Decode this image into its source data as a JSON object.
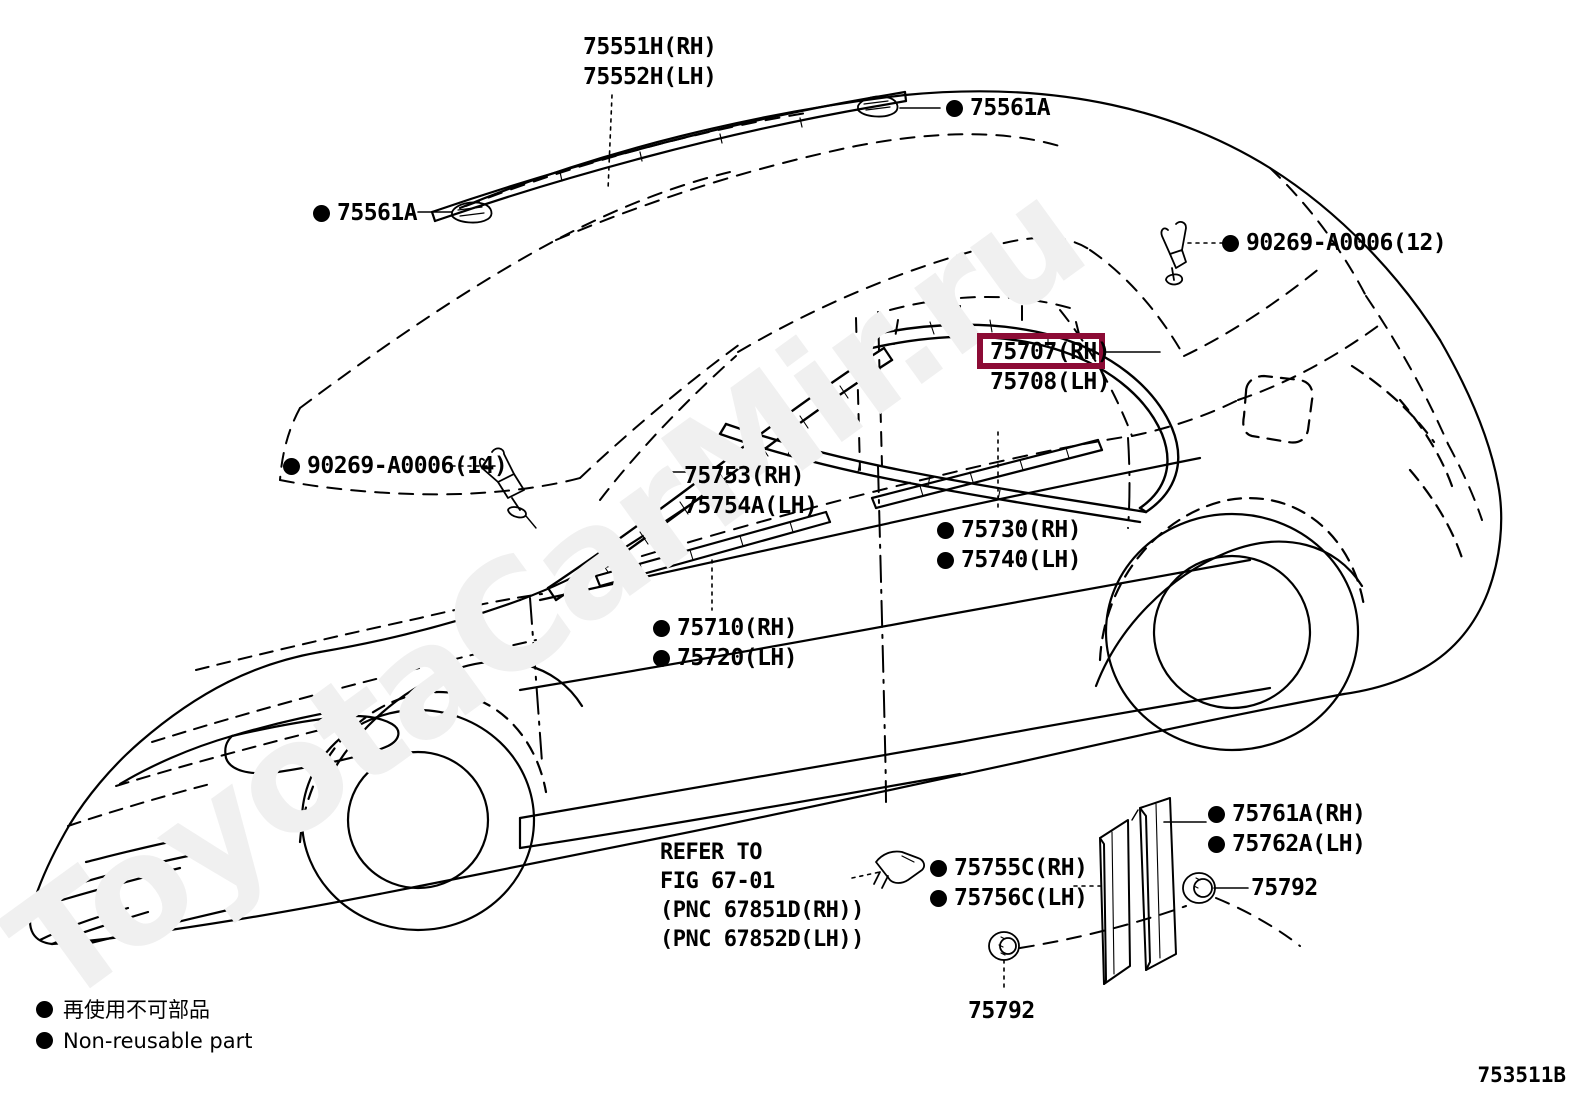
{
  "diagram": {
    "figure_code": "753511B",
    "watermark": "ToyotaCarMir.ru",
    "highlight_color": "#8c0b35",
    "highlighted_part": "75707(RH)"
  },
  "labels": {
    "roof_drip_moulding_rh": "75551H(RH)",
    "roof_drip_moulding_lh": "75552H(LH)",
    "clip_upper": "75561A",
    "clip_left": "75561A",
    "clip_90269_12": "90269-A0006(12)",
    "clip_90269_14": "90269-A0006(14)",
    "quarter_window_moulding_rh": "75707(RH)",
    "quarter_window_moulding_lh": "75708(LH)",
    "windshield_moulding_rh": "75753(RH)",
    "windshield_moulding_lh": "75754A(LH)",
    "belt_moulding_rear_rh": "75730(RH)",
    "belt_moulding_rear_lh": "75740(LH)",
    "belt_moulding_front_rh": "75710(RH)",
    "belt_moulding_front_lh": "75720(LH)",
    "cowl_moulding_rh": "75755C(RH)",
    "cowl_moulding_lh": "75756C(LH)",
    "pillar_garnish_rh": "75761A(RH)",
    "pillar_garnish_lh": "75762A(LH)",
    "grommet_right": "75792",
    "grommet_bottom": "75792"
  },
  "refer_block": {
    "line1": "REFER TO",
    "line2": "FIG 67-01",
    "line3": "(PNC 67851D(RH))",
    "line4": "(PNC 67852D(LH))"
  },
  "legend": {
    "japanese": "再使用不可部品",
    "english": "Non-reusable part"
  }
}
